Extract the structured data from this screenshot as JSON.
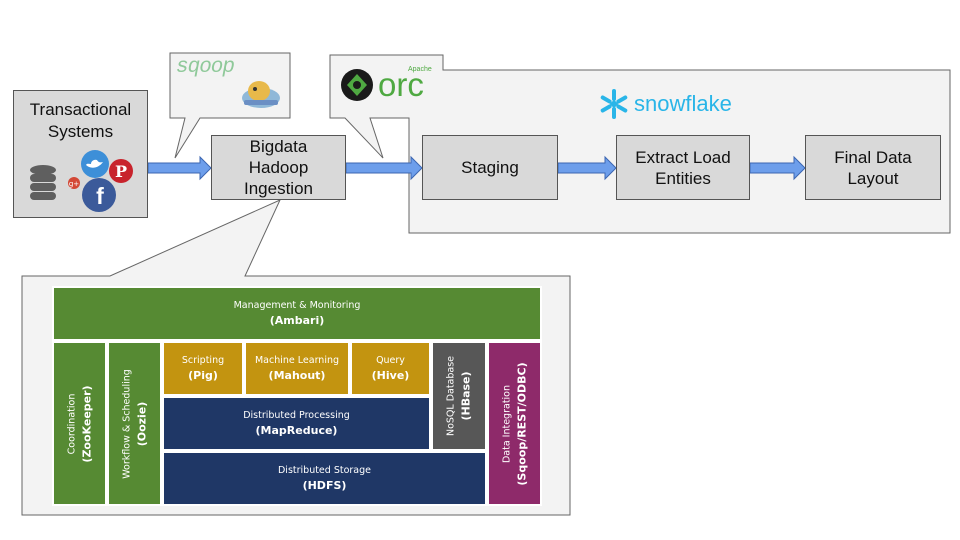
{
  "logos": {
    "sqoop_text": "sqoop",
    "orc_small": "Apache",
    "orc_text": "orc",
    "snowflake_text": "snowflake"
  },
  "boxes": {
    "transactional": [
      "Transactional",
      "Systems"
    ],
    "ingestion": [
      "Bigdata",
      "Hadoop",
      "Ingestion"
    ],
    "staging": "Staging",
    "extract": [
      "Extract Load",
      "Entities"
    ],
    "final": [
      "Final Data",
      "Layout"
    ]
  },
  "hadoop": {
    "management": {
      "title": "Management & Monitoring",
      "name": "(Ambari)"
    },
    "coordination": {
      "title": "Coordination",
      "name": "(ZooKeeper)"
    },
    "workflow": {
      "title": "Workflow & Scheduling",
      "name": "(Oozie)"
    },
    "scripting": {
      "title": "Scripting",
      "name": "(Pig)"
    },
    "ml": {
      "title": "Machine Learning",
      "name": "(Mahout)"
    },
    "query": {
      "title": "Query",
      "name": "(Hive)"
    },
    "nosql": {
      "title": "NoSQL Database",
      "name": "(HBase)"
    },
    "processing": {
      "title": "Distributed Processing",
      "name": "(MapReduce)"
    },
    "storage": {
      "title": "Distributed Storage",
      "name": "(HDFS)"
    },
    "integration": {
      "title": "Data Integration",
      "name": "(Sqoop/REST/ODBC)"
    }
  },
  "colors": {
    "green": "#568a33",
    "gold": "#c39410",
    "navy": "#1f3766",
    "darkgrey": "#575757",
    "purple": "#8e2a6a",
    "arrow_fill": "#6d9eeb",
    "arrow_stroke": "#3c66b1",
    "snowflake_blue": "#29b5e8"
  },
  "icons": [
    "database-icon",
    "twitter-icon",
    "pinterest-icon",
    "google-plus-icon",
    "facebook-icon",
    "sqoop-logo",
    "sqoop-mascot-icon",
    "orc-logo-icon",
    "snowflake-icon"
  ]
}
